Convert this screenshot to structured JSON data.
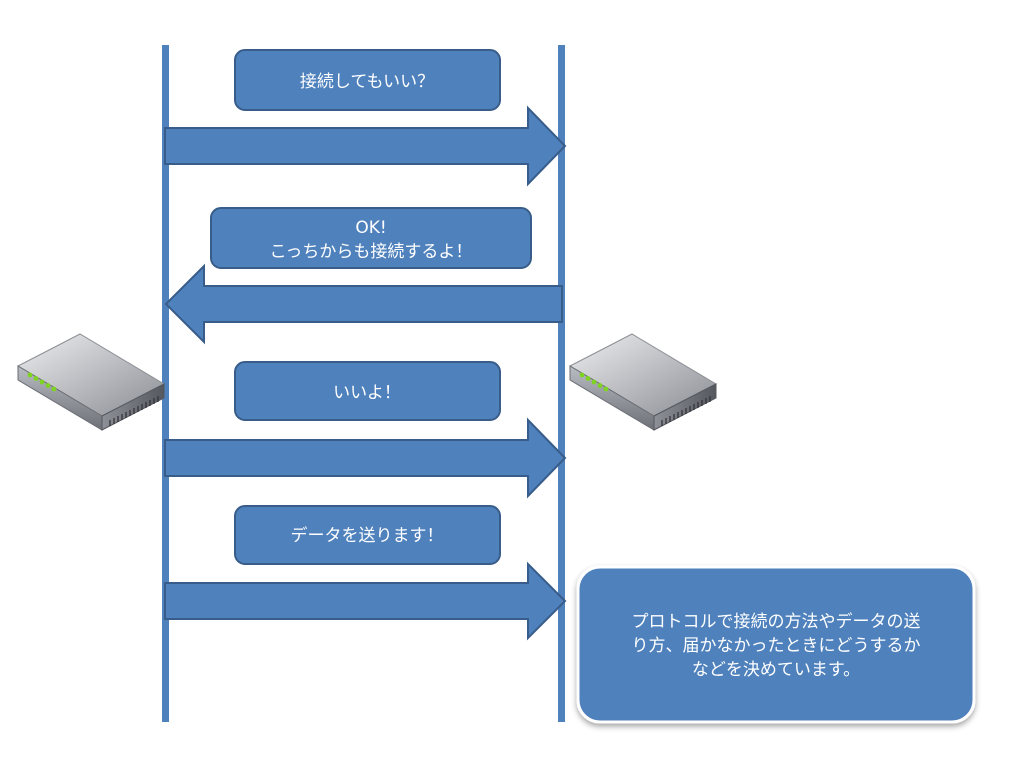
{
  "colors": {
    "primary": "#4f81bd",
    "border": "#385d8a",
    "text": "#ffffff",
    "note_border": "#ffffff"
  },
  "messages": [
    {
      "lines": [
        "接続してもいい？"
      ],
      "direction": "right"
    },
    {
      "lines": [
        "OK!",
        "こっちからも接続するよ！"
      ],
      "direction": "left"
    },
    {
      "lines": [
        "いいよ！"
      ],
      "direction": "right"
    },
    {
      "lines": [
        "データを送ります！"
      ],
      "direction": "right"
    }
  ],
  "note": {
    "lines": [
      "プロトコルで接続の方法やデータの送",
      "り方、届かなかったときにどうするか",
      "などを決めています。"
    ]
  },
  "devices": [
    {
      "icon": "network-switch-icon"
    },
    {
      "icon": "network-switch-icon"
    }
  ]
}
